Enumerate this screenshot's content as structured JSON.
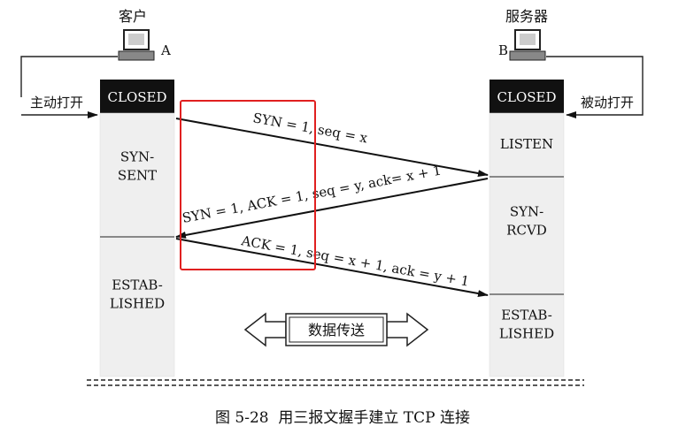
{
  "client": {
    "title": "客户",
    "host_letter": "A",
    "active_open": "主动打开",
    "states": [
      "CLOSED",
      "SYN-\nSENT",
      "ESTAB-\nLISHED"
    ]
  },
  "server": {
    "title": "服务器",
    "host_letter": "B",
    "passive_open": "被动打开",
    "states": [
      "CLOSED",
      "LISTEN",
      "SYN-\nRCVD",
      "ESTAB-\nLISHED"
    ]
  },
  "messages": [
    "SYN = 1, seq = x",
    "SYN = 1, ACK = 1, seq = y, ack= x + 1",
    "ACK = 1, seq = x + 1, ack = y + 1"
  ],
  "data_transfer": "数据传送",
  "caption": "图 5-28  用三报文握手建立 TCP 连接",
  "colors": {
    "highlight": "#e02020",
    "state_fill": "#efefef",
    "closed_fill": "#111111"
  },
  "icons": [
    "computer-icon",
    "computer-icon"
  ]
}
